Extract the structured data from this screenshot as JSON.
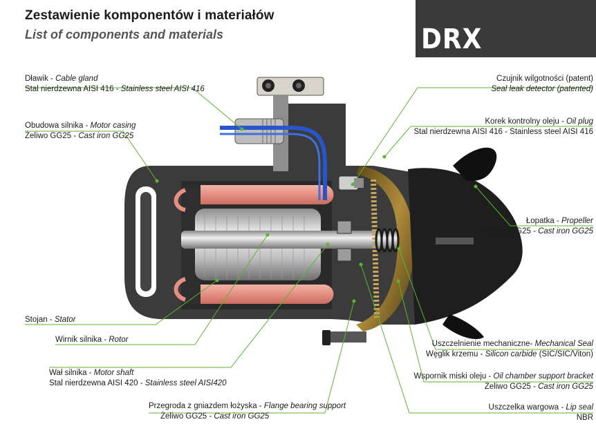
{
  "header": {
    "title_pl": "Zestawienie komponentów i materiałów",
    "title_en": "List of components and materials",
    "model": "DRX"
  },
  "labels": {
    "cable_gland": {
      "pl": "Dławik - ",
      "en": "Cable gland",
      "mat_pl": "Stal nierdzewna AISI 416 - ",
      "mat_en": "Stainless steel AISI 416"
    },
    "motor_casing": {
      "pl": "Obudowa silnika - ",
      "en": "Motor casing",
      "mat_pl": "Żeliwo GG25 - ",
      "mat_en": "Cast iron GG25"
    },
    "stator": {
      "pl": "Stojan - ",
      "en": "Stator"
    },
    "rotor": {
      "pl": "Wirnik silnika - ",
      "en": "Rotor"
    },
    "motor_shaft": {
      "pl": "Wał silnika - ",
      "en": "Motor shaft",
      "mat_pl": "Stal nierdzewna AISI 420 - ",
      "mat_en": "Stainless steel AISI420"
    },
    "flange_bearing": {
      "pl": "Przegroda z gniazdem łożyska - ",
      "en": "Flange bearing support",
      "mat_pl": "Żeliwo GG25 - ",
      "mat_en": "Cast iron GG25"
    },
    "seal_detector": {
      "pl": "Czujnik wilgotności (patent)",
      "en": "Seal leak detector (patented)"
    },
    "oil_plug": {
      "pl": "Korek kontrolny oleju - ",
      "en": "Oil plug",
      "mat": "Stal nierdzewna AISI 416 - Stainless steel AISI 416"
    },
    "propeller": {
      "pl": "Łopatka - ",
      "en": "Propeller",
      "mat_pl": "Żeliwo GG25 - ",
      "mat_en": "Cast iron GG25"
    },
    "mechanical_seal": {
      "pl": "Uszczelnienie mechaniczne- ",
      "en": "Mechanical Seal",
      "mat_pl": "Węglik krzemu - ",
      "mat_en": "Silicon carbide",
      "mat_suffix": " (SIC/SIC/Viton)"
    },
    "oil_chamber": {
      "pl": "Wspornik miski oleju - ",
      "en": "Oil chamber support bracket",
      "mat_pl": "Żeliwo GG25 - ",
      "mat_en": "Cast iron GG25"
    },
    "lip_seal": {
      "pl": "Uszczelka wargowa - ",
      "en": "Lip seal",
      "mat": "NBR"
    }
  },
  "colors": {
    "leader": "#5cb531",
    "casing": "#3b3b3b",
    "winding": "#e89a8e",
    "rotor": "#c9c9c9",
    "bronze": "#8a6d2a",
    "cable": "#2a55c9",
    "header_block": "#3a3a3a"
  }
}
